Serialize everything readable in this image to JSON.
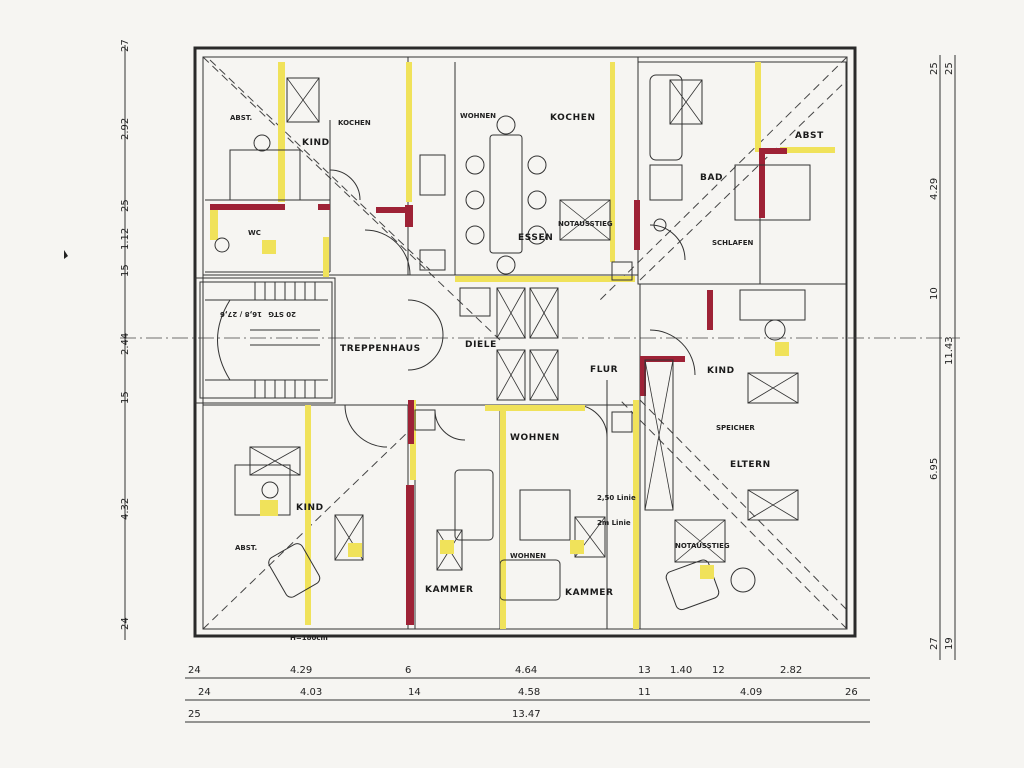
{
  "rooms": {
    "kind_nw": "KIND",
    "kochen_nw": "KOCHEN",
    "abst_nw": "ABST.",
    "wc": "WC",
    "wohnen_n": "WOHNEN",
    "kochen_n": "KOCHEN",
    "essen": "ESSEN",
    "notausstieg_n": "NOTAUSSTIEG",
    "bad": "BAD",
    "abst_ne": "ABST",
    "schlafen": "SCHLAFEN",
    "treppenhaus": "TREPPENHAUS",
    "diele": "DIELE",
    "flur": "FLUR",
    "kind_e": "KIND",
    "speicher": "SPEICHER",
    "eltern": "ELTERN",
    "notausstieg_e": "NOTAUSSTIEG",
    "wohnen_s": "WOHNEN",
    "kind_sw": "KIND",
    "abst_sw": "ABST.",
    "kammer_sw": "KAMMER",
    "kammer_s": "KAMMER",
    "stair_text_1": "20 STG",
    "stair_text_2": "16,8 / 27,6",
    "height_note_1": "2,50 Linie",
    "height_note_2": "2m Linie",
    "height_note_3": "H=180cm",
    "sub_note": "WOHNEN"
  },
  "dims_left": [
    "27",
    "2.92",
    "25",
    "1.12",
    "15",
    "2.44",
    "15",
    "4.32",
    "24"
  ],
  "dims_right": [
    "25",
    "25",
    "4.29",
    "10",
    "11.43",
    "6.95",
    "27",
    "19"
  ],
  "dims_bottom_row1": [
    "24",
    "4.29",
    "6",
    "4.64",
    "13",
    "1.40",
    "12",
    "2.82"
  ],
  "dims_bottom_row2": [
    "24",
    "4.03",
    "14",
    "4.58",
    "11",
    "4.09",
    "26"
  ],
  "dims_bottom_row3": [
    "25",
    "13.47"
  ],
  "colors": {
    "new_wall": "#9e2236",
    "removed_wall": "#f0e25a",
    "background": "#f6f5f2"
  }
}
